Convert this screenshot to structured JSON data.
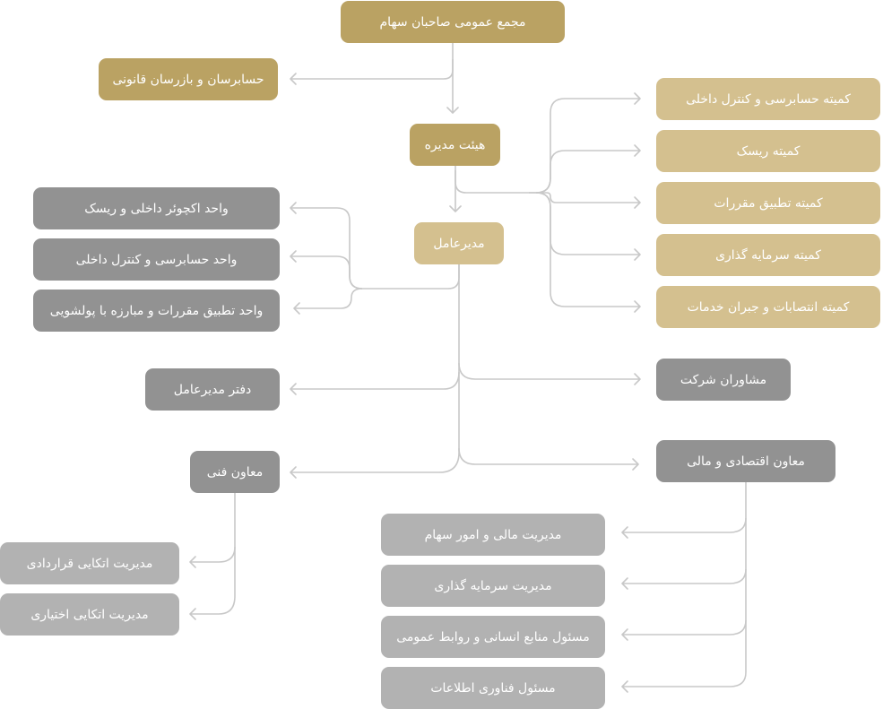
{
  "colors": {
    "top_level": "#baa263",
    "committee": "#d4c08f",
    "unit": "#929292",
    "department": "#b2b2b2",
    "connector": "#c8c8c8"
  },
  "nodes": {
    "general_assembly": "مجمع عمومی صاحبان سهام",
    "auditors": "حسابرسان و بازرسان قانونی",
    "board": "هیئت مدیره",
    "ceo": "مدیرعامل",
    "committees": [
      "کمیته حسابرسی و کنترل داخلی",
      "کمیته ریسک",
      "کمیته تطبیق مقررات",
      "کمیته سرمایه گذاری",
      "کمیته انتصابات و جبران خدمات"
    ],
    "units": [
      "واحد اکچوئر داخلی و ریسک",
      "واحد حسابرسی و کنترل داخلی",
      "واحد تطبیق مقررات و مبارزه با پولشویی"
    ],
    "ceo_office": "دفتر مدیرعامل",
    "advisors": "مشاوران شرکت",
    "technical_deputy": "معاون فنی",
    "technical_departments": [
      "مدیریت اتکایی قراردادی",
      "مدیریت اتکایی اختیاری"
    ],
    "finance_deputy": "معاون اقتصادی و مالی",
    "finance_departments": [
      "مدیریت مالی و امور سهام",
      "مدیریت سرمایه گذاری",
      "مسئول منابع انسانی و روابط عمومی",
      "مسئول فناوری اطلاعات"
    ]
  }
}
